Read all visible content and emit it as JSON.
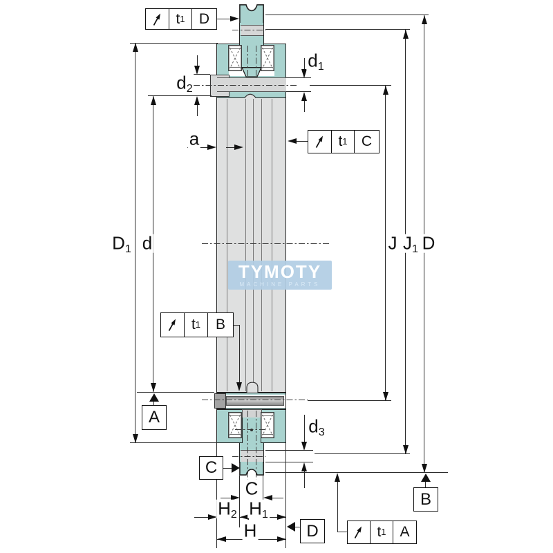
{
  "diagram": {
    "type": "bearing-cross-section-drawing",
    "watermark": {
      "brand": "TYMOTY",
      "tagline": "MACHINE PARTS",
      "bg_color": "#b1cee4",
      "text_color": "#ffffff"
    },
    "colors": {
      "housing_teal": "#a9d3cf",
      "body_gray": "#dfe0e0",
      "band_gray": "#d6d7d7",
      "line": "#1b1b1b"
    },
    "labels": {
      "D1": {
        "base": "D",
        "sub": "1"
      },
      "d": {
        "base": "d",
        "sub": ""
      },
      "J": {
        "base": "J",
        "sub": ""
      },
      "J1": {
        "base": "J",
        "sub": "1"
      },
      "DD": {
        "base": "D",
        "sub": ""
      },
      "d1": {
        "base": "d",
        "sub": "1"
      },
      "d2": {
        "base": "d",
        "sub": "2"
      },
      "d3": {
        "base": "d",
        "sub": "3"
      },
      "a": {
        "base": "a",
        "sub": ""
      },
      "C": {
        "base": "C",
        "sub": ""
      },
      "H": {
        "base": "H",
        "sub": ""
      },
      "H1": {
        "base": "H",
        "sub": "1"
      },
      "H2": {
        "base": "H",
        "sub": "2"
      }
    },
    "frames": {
      "top": {
        "symbol": "circular-runout",
        "tol": "t",
        "tol_sub": "1",
        "datum": "D"
      },
      "right": {
        "symbol": "circular-runout",
        "tol": "t",
        "tol_sub": "1",
        "datum": "C"
      },
      "left": {
        "symbol": "circular-runout",
        "tol": "t",
        "tol_sub": "1",
        "datum": "B"
      },
      "bottom": {
        "symbol": "circular-runout",
        "tol": "t",
        "tol_sub": "1",
        "datum": "A"
      }
    },
    "datum_boxes": {
      "A": "A",
      "B": "B",
      "C": "C",
      "D": "D"
    }
  }
}
